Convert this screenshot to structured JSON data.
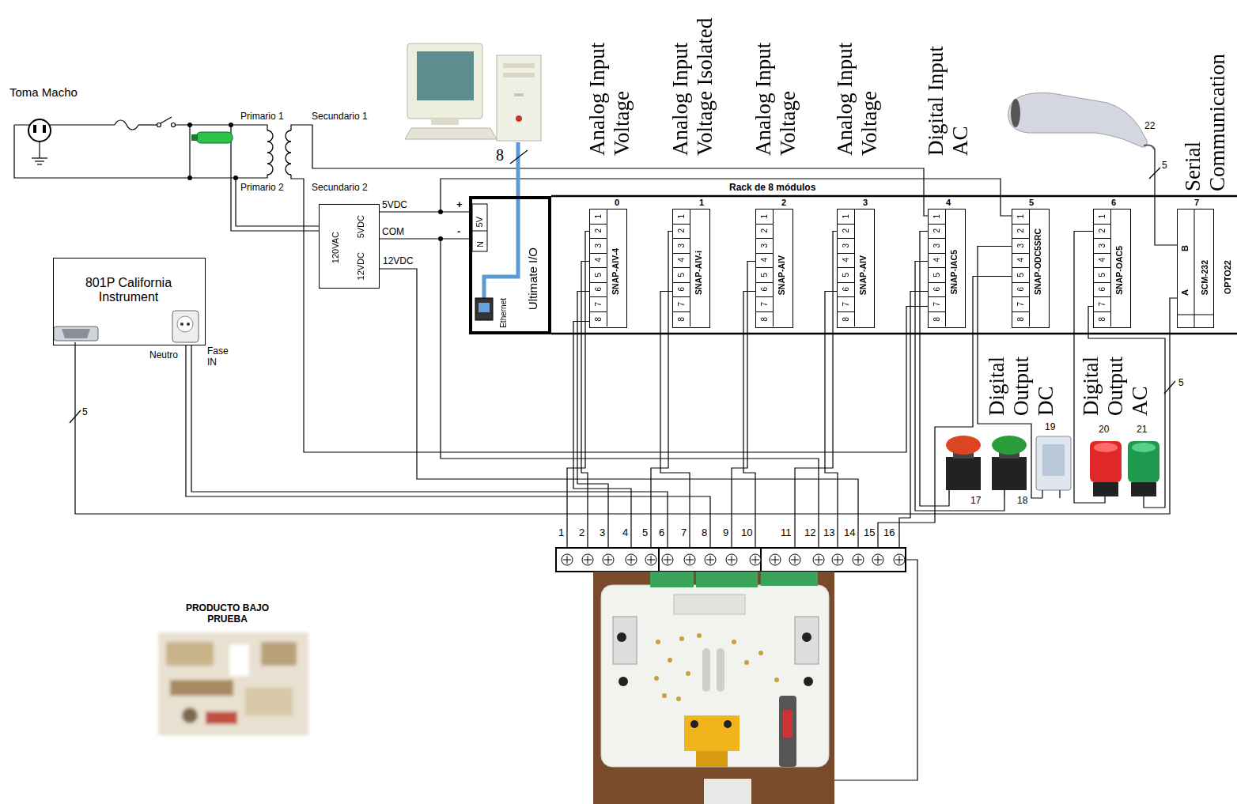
{
  "diagram": {
    "nodes": [
      {
        "text": [
          "120VAC",
          "5VDC",
          "12VDC"
        ]
      },
      {
        "text": [
          "Ultimate I/O",
          "Ethernet"
        ]
      },
      {
        "text": [
          "SNAP-AIV-4"
        ]
      },
      {
        "text": [
          "SNAP-AIV-i"
        ]
      },
      {
        "text": [
          "SNAP-AIV"
        ]
      },
      {
        "text": [
          "SNAP-AIV"
        ]
      },
      {
        "text": [
          "SNAP-IAC5"
        ]
      },
      {
        "text": [
          "SNAP-ODC5SRC"
        ]
      },
      {
        "text": [
          "SNAP-OAC5"
        ]
      },
      {
        "text": [
          "SCM-232"
        ]
      },
      {
        "text": [
          "801P California Instrument"
        ]
      }
    ],
    "edges": [
      {
        "from": 0,
        "to": 1,
        "arrow": "none",
        "label": "5VDC"
      },
      {
        "from": 0,
        "to": 1,
        "arrow": "none",
        "label": "COM"
      }
    ],
    "labels": [
      "Toma Macho",
      "Primario 1",
      "Secundario 1",
      "Primario 2",
      "Secundario 2",
      "8",
      "Analog Input Voltage",
      "Analog Input Voltage Isolated",
      "Analog Input Voltage",
      "Analog Input Voltage",
      "Digital Input AC",
      "22",
      "5",
      "Serial Communication",
      "Rack de 8 módulos",
      "0",
      "1",
      "2",
      "3",
      "4",
      "5",
      "6",
      "7",
      "+",
      "-",
      "5V",
      "N",
      "12VDC",
      "B",
      "A",
      "OPTO22",
      "Neutro",
      "Fase IN",
      "5",
      "Digital Output DC",
      "Digital Output AC",
      "5",
      "17",
      "18",
      "19",
      "20",
      "21",
      "1",
      "2",
      "3",
      "4",
      "5",
      "6",
      "7",
      "8",
      "9",
      "10",
      "11",
      "12",
      "13",
      "14",
      "15",
      "16",
      "PRODUCTO BAJO PRUEBA",
      "1",
      "2",
      "3",
      "4",
      "5",
      "6",
      "7",
      "8",
      "1",
      "2",
      "3",
      "4",
      "5",
      "6",
      "7",
      "8",
      "1",
      "2",
      "3",
      "4",
      "5",
      "6",
      "7",
      "8",
      "1",
      "2",
      "3",
      "4",
      "5",
      "6",
      "7",
      "8",
      "1",
      "2",
      "3",
      "4",
      "5",
      "6",
      "7",
      "8",
      "1",
      "2",
      "3",
      "4",
      "5",
      "6",
      "7",
      "8",
      "1",
      "2",
      "3",
      "4",
      "5",
      "6",
      "7",
      "8"
    ]
  }
}
